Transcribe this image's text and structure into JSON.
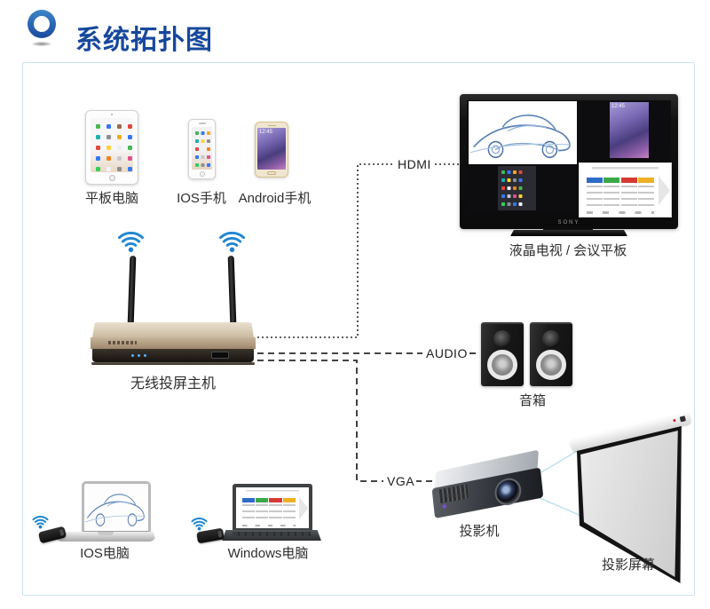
{
  "header": {
    "title": "系统拓扑图"
  },
  "devices": {
    "tablet": {
      "label": "平板电脑"
    },
    "ios_phone": {
      "label": "IOS手机"
    },
    "android_phone": {
      "label": "Android手机",
      "screen_time": "12:45"
    },
    "host": {
      "label": "无线投屏主机"
    },
    "tv": {
      "label": "液晶电视 / 会议平板",
      "brand": "SONY",
      "screen_time": "12:45"
    },
    "speakers": {
      "label": "音箱"
    },
    "projector": {
      "label": "投影机"
    },
    "projection_screen": {
      "label": "投影屏幕"
    },
    "ios_computer": {
      "label": "IOS电脑"
    },
    "windows_computer": {
      "label": "Windows电脑"
    }
  },
  "connections": {
    "hdmi": {
      "label": "HDMI"
    },
    "audio": {
      "label": "AUDIO"
    },
    "vga": {
      "label": "VGA"
    }
  },
  "colors": {
    "title_blue": "#17489d",
    "panel_border": "#cde4f1",
    "line_color": "#2b2b2b",
    "wifi_blue": "#2086d2",
    "beam_blue": "#bfe2ec"
  }
}
